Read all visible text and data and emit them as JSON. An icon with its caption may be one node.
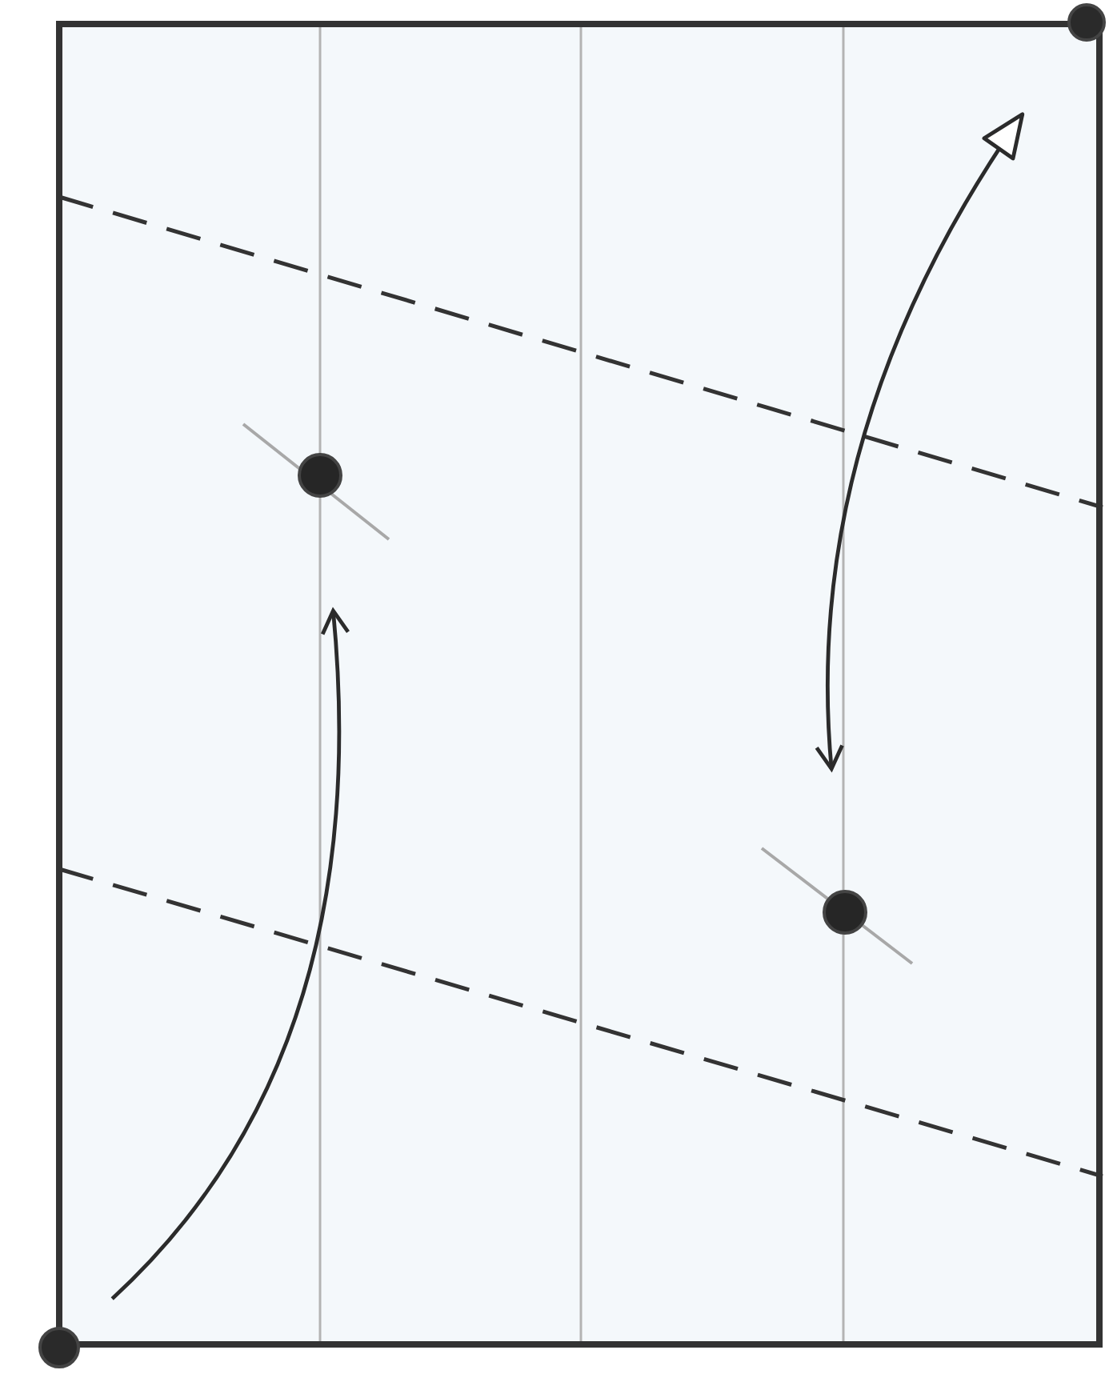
{
  "diagram": {
    "nodes": [
      {
        "text": [],
        "shape": "circle"
      },
      {
        "text": [],
        "shape": "circle"
      },
      {
        "text": [],
        "shape": "circle"
      },
      {
        "text": [],
        "shape": "circle"
      }
    ],
    "edges": [
      {
        "from": 3,
        "to": 1,
        "arrow": "to"
      },
      {
        "from": 0,
        "to": 2,
        "arrow": "both"
      }
    ]
  }
}
